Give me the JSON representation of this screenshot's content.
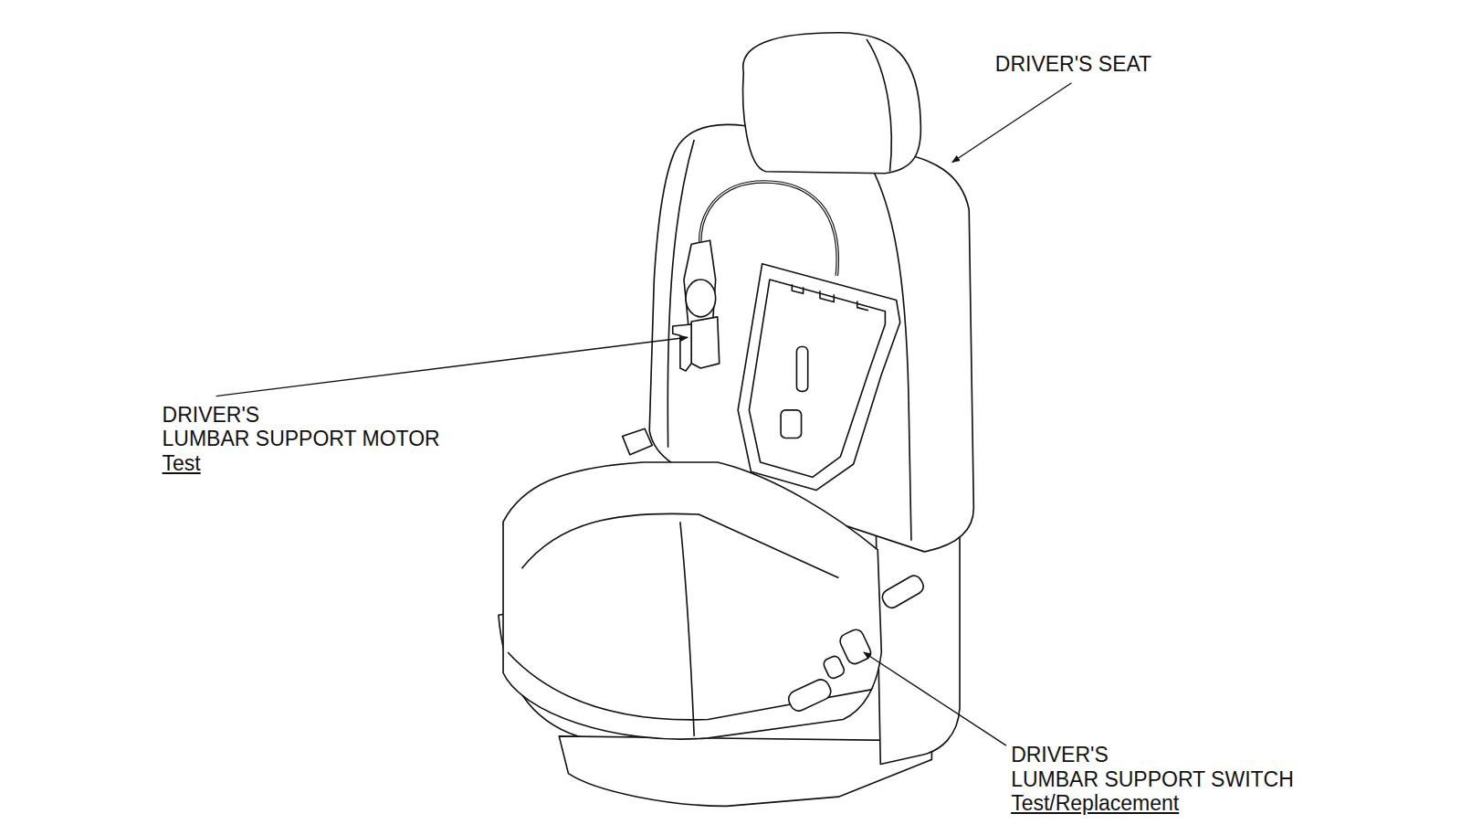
{
  "diagram": {
    "labels": [
      "DRIVER'S SEAT",
      "DRIVER'S LUMBAR SUPPORT MOTOR",
      "Test",
      "DRIVER'S LUMBAR SUPPORT SWITCH",
      "Test/Replacement"
    ]
  }
}
